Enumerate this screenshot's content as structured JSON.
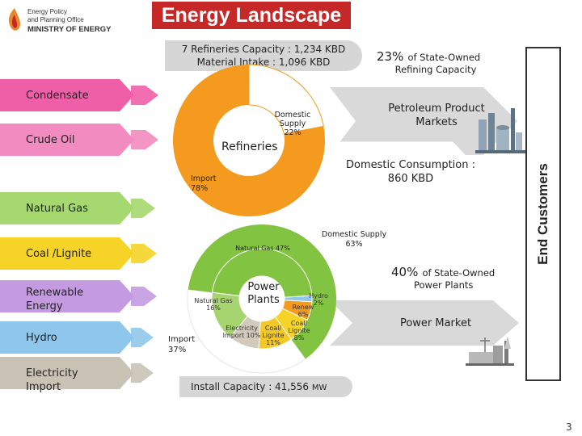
{
  "header": {
    "logo_line1": "Energy Policy",
    "logo_line2": "and Planning Office",
    "logo_ministry": "MINISTRY OF ENERGY",
    "title": "Energy Landscape"
  },
  "refinery_capacity": {
    "line1": "7 Refineries Capacity : 1,234 KBD",
    "line2": "Material Intake : 1,096 KBD"
  },
  "state_refining": {
    "percent": "23%",
    "suffix": "of State-Owned",
    "line2": "Refining Capacity"
  },
  "sources": [
    {
      "label": "Condensate",
      "color": "#ef5fa7"
    },
    {
      "label": "Crude Oil",
      "color": "#f28bbf"
    },
    {
      "label": "Natural Gas",
      "color": "#a5d86e"
    },
    {
      "label": "Coal /Lignite",
      "color": "#f5d327"
    },
    {
      "label": "Renewable Energy",
      "color": "#c49be0"
    },
    {
      "label": "Hydro",
      "color": "#8fc7ec"
    },
    {
      "label": "Electricity Import",
      "color": "#c9c3b5"
    }
  ],
  "refineries": {
    "center_label": "Refineries",
    "domestic_label": "Domestic Supply 22%",
    "import_label": "Import 78%",
    "domestic_share": 22,
    "import_share": 78
  },
  "petroleum_market": {
    "label": "Petroleum Product Markets"
  },
  "domestic_consumption": {
    "label": "Domestic Consumption : 860 KBD"
  },
  "power_plants": {
    "center_label": "Power Plants",
    "domestic_supply_label": "Domestic Supply 63%",
    "import_label": "Import 37%",
    "segments": [
      {
        "name": "Natural Gas",
        "label": "Natural Gas 47%",
        "share": 47
      },
      {
        "name": "Natural Gas Import",
        "label": "Natural Gas 16%",
        "share": 16
      },
      {
        "name": "Electricity Import",
        "label": "Electricity Import 10%",
        "share": 10
      },
      {
        "name": "Coal/Lignite Import",
        "label": "Coal/ Lignite 11%",
        "share": 11
      },
      {
        "name": "Coal/Lignite",
        "label": "Coal/ Lignite 8%",
        "share": 8
      },
      {
        "name": "Renew",
        "label": "Renew 6%",
        "share": 6
      },
      {
        "name": "Hydro",
        "label": "Hydro 2%",
        "share": 2
      }
    ]
  },
  "state_power": {
    "percent": "40%",
    "suffix": "of State-Owned",
    "line2": "Power Plants"
  },
  "power_market": {
    "label": "Power Market"
  },
  "install_capacity": {
    "label": "Install Capacity : 41,556",
    "unit": "MW"
  },
  "end_customers": {
    "label": "End Customers"
  },
  "page_number": "3",
  "colors": {
    "title_bg": "#c62828",
    "refinery_orange": "#f39a1f",
    "gas_green": "#82c341",
    "power_orange": "#f39a1f",
    "market_arrow": "#d9d9d9"
  }
}
